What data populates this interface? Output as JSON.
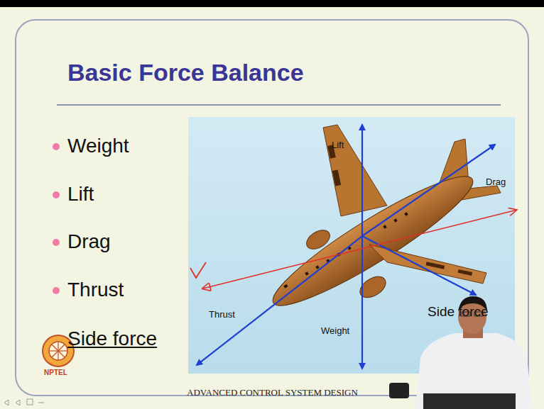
{
  "diagram": {
    "title": "Basic Force Balance",
    "labels": [
      "Weight",
      "Lift",
      "Drag",
      "Thrust",
      "Side force",
      "Lift",
      "Drag",
      "Thrust",
      "Weight",
      "Side force",
      "NPTEL",
      "ADVANCED CONTROL SYSTEM DESIGN"
    ]
  }
}
